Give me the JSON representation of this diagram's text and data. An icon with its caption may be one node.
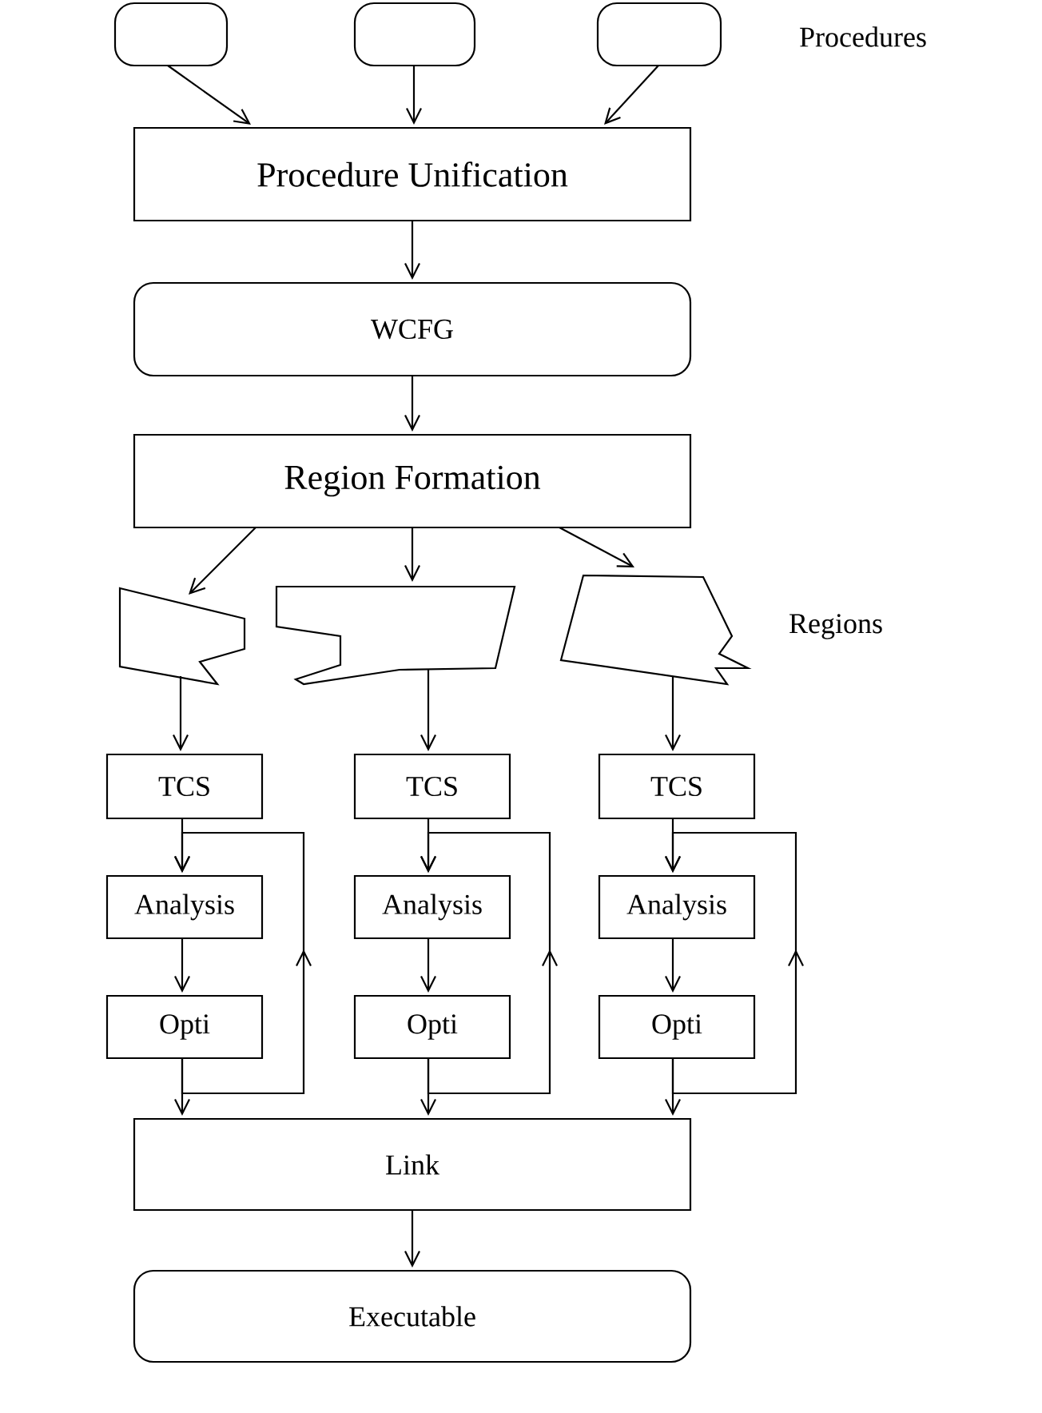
{
  "diagram": {
    "nodes": [
      {
        "text": [],
        "shape": "box"
      },
      {
        "text": [],
        "shape": "box"
      },
      {
        "text": [],
        "shape": "box"
      },
      {
        "text": [
          "Procedure Unification"
        ]
      },
      {
        "text": [
          "WCFG"
        ]
      },
      {
        "text": [
          "Region Formation"
        ]
      },
      {
        "text": [],
        "shape": "polygon"
      },
      {
        "text": [],
        "shape": "polygon"
      },
      {
        "text": [],
        "shape": "polygon"
      },
      {
        "text": [
          "TCS"
        ]
      },
      {
        "text": [
          "Analysis"
        ]
      },
      {
        "text": [
          "Opti"
        ]
      },
      {
        "text": [
          "TCS"
        ]
      },
      {
        "text": [
          "Analysis"
        ]
      },
      {
        "text": [
          "Opti"
        ]
      },
      {
        "text": [
          "TCS"
        ]
      },
      {
        "text": [
          "Analysis"
        ]
      },
      {
        "text": [
          "Opti"
        ]
      },
      {
        "text": [
          "Link"
        ]
      },
      {
        "text": [
          "Executable"
        ]
      }
    ],
    "edges": [
      {
        "from": 0,
        "to": 3,
        "arrow": "to"
      },
      {
        "from": 1,
        "to": 3,
        "arrow": "to"
      },
      {
        "from": 2,
        "to": 3,
        "arrow": "to"
      },
      {
        "from": 3,
        "to": 4,
        "arrow": "to"
      },
      {
        "from": 4,
        "to": 5,
        "arrow": "to"
      },
      {
        "from": 5,
        "to": 6,
        "arrow": "to"
      },
      {
        "from": 5,
        "to": 7,
        "arrow": "to"
      },
      {
        "from": 5,
        "to": 8,
        "arrow": "to"
      },
      {
        "from": 6,
        "to": 9,
        "arrow": "to"
      },
      {
        "from": 7,
        "to": 12,
        "arrow": "to"
      },
      {
        "from": 8,
        "to": 15,
        "arrow": "to"
      },
      {
        "from": 9,
        "to": 10,
        "arrow": "to"
      },
      {
        "from": 10,
        "to": 11,
        "arrow": "to"
      },
      {
        "from": 11,
        "to": 18,
        "arrow": "to"
      },
      {
        "from": 11,
        "to": 10,
        "arrow": "to"
      },
      {
        "from": 12,
        "to": 13,
        "arrow": "to"
      },
      {
        "from": 13,
        "to": 14,
        "arrow": "to"
      },
      {
        "from": 14,
        "to": 18,
        "arrow": "to"
      },
      {
        "from": 14,
        "to": 13,
        "arrow": "to"
      },
      {
        "from": 15,
        "to": 16,
        "arrow": "to"
      },
      {
        "from": 16,
        "to": 17,
        "arrow": "to"
      },
      {
        "from": 17,
        "to": 18,
        "arrow": "to"
      },
      {
        "from": 17,
        "to": 16,
        "arrow": "to"
      },
      {
        "from": 18,
        "to": 19,
        "arrow": "to"
      }
    ],
    "labels": [
      "Procedures",
      "Regions"
    ]
  }
}
